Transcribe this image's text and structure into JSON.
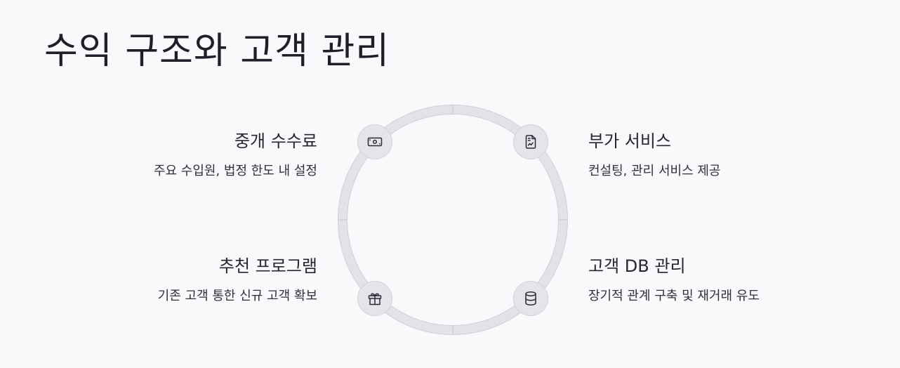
{
  "title": "수익 구조와 고객 관리",
  "items": [
    {
      "title": "중개 수수료",
      "desc": "주요 수입원, 법정 한도 내 설정",
      "icon": "banknote-icon"
    },
    {
      "title": "부가 서비스",
      "desc": "컨설팅, 관리 서비스 제공",
      "icon": "document-chart-icon"
    },
    {
      "title": "추천 프로그램",
      "desc": "기존 고객 통한 신규 고객 확보",
      "icon": "gift-icon"
    },
    {
      "title": "고객 DB 관리",
      "desc": "장기적 관계 구축 및 재거래 유도",
      "icon": "database-icon"
    }
  ],
  "colors": {
    "background": "#f9f9fb",
    "ring": "#e2e2e8",
    "ring_border": "#cfcfd8",
    "node": "#e4e4ea",
    "text": "#1f1f2a"
  }
}
